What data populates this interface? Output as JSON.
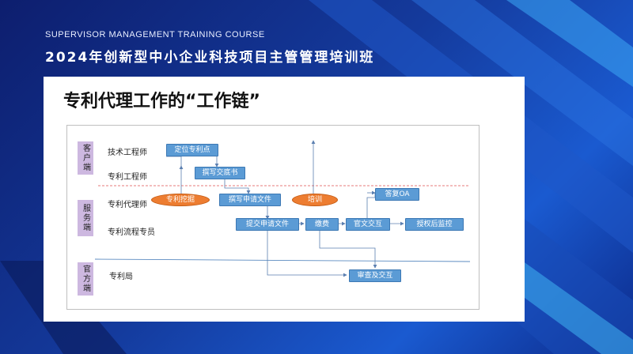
{
  "header": {
    "subtitle_en": "SUPERVISOR MANAGEMENT TRAINING COURSE",
    "title_cn": "2024年创新型中小企业科技项目主管管理培训班"
  },
  "slide": {
    "title": "专利代理工作的“工作链”"
  },
  "zones": [
    {
      "id": "client",
      "label": "客户端"
    },
    {
      "id": "service",
      "label": "服务端"
    },
    {
      "id": "official",
      "label": "官方端"
    }
  ],
  "roles": [
    "技术工程师",
    "专利工程师",
    "专利代理师",
    "专利流程专员",
    "专利局"
  ],
  "nodes": {
    "locate_patent": "定位专利点",
    "write_disclosure": "撰写交底书",
    "patent_mining": "专利挖掘",
    "write_application": "撰写申请文件",
    "training": "培训",
    "reply_oa": "答复OA",
    "submit_application": "提交申请文件",
    "pay_fee": "缴费",
    "official_exchange": "官文交互",
    "post_grant_monitor": "授权后监控",
    "review_exchange": "审查及交互"
  },
  "colors": {
    "process_box": "#5b9bd5",
    "activity_oval": "#ed7d31",
    "zone_label": "#cdb8e0",
    "client_divider": "#e05050",
    "official_divider": "#5a8ac0"
  }
}
